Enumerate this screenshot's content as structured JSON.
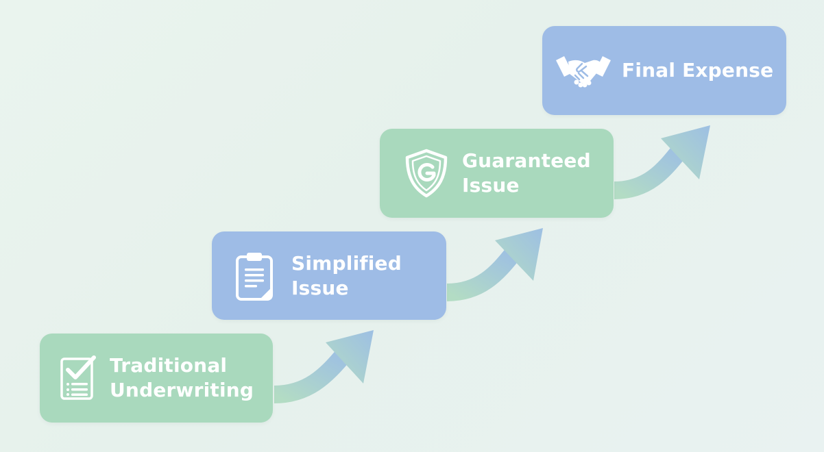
{
  "steps": [
    {
      "id": "traditional",
      "line1": "Traditional",
      "line2": "Underwriting",
      "icon": "checklist-icon",
      "color": "#a9d9bd"
    },
    {
      "id": "simplified",
      "line1": "Simplified",
      "line2": "Issue",
      "icon": "clipboard-icon",
      "color": "#9ebce6"
    },
    {
      "id": "guaranteed",
      "line1": "Guaranteed",
      "line2": "Issue",
      "icon": "shield-g-icon",
      "color": "#a9d9bd"
    },
    {
      "id": "final",
      "line1": "Final Expense",
      "line2": "",
      "icon": "handshake-icon",
      "color": "#9ebce6"
    }
  ],
  "colors": {
    "background": "#e8f3ee",
    "green": "#a9d9bd",
    "blue": "#9ebce6",
    "text": "#ffffff"
  }
}
